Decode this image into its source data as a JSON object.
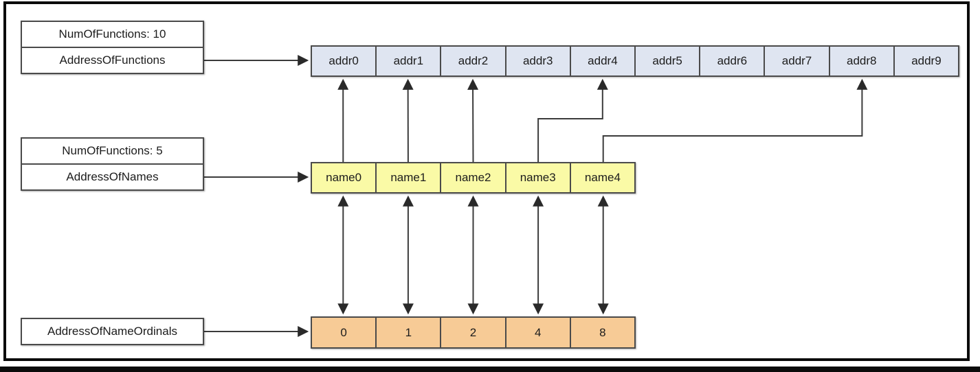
{
  "diagram": {
    "info_boxes": {
      "functions": {
        "line1": "NumOfFunctions: 10",
        "line2": "AddressOfFunctions"
      },
      "names": {
        "line1": "NumOfFunctions: 5",
        "line2": "AddressOfNames"
      },
      "ordinals": {
        "line1": "AddressOfNameOrdinals"
      }
    },
    "arrays": {
      "functions": {
        "cells": [
          "addr0",
          "addr1",
          "addr2",
          "addr3",
          "addr4",
          "addr5",
          "addr6",
          "addr7",
          "addr8",
          "addr9"
        ],
        "fill": "#dfe5f1"
      },
      "names": {
        "cells": [
          "name0",
          "name1",
          "name2",
          "name3",
          "name4"
        ],
        "fill": "#fafaa6"
      },
      "ordinals": {
        "cells": [
          "0",
          "1",
          "2",
          "4",
          "8"
        ],
        "fill": "#f7cb96"
      }
    },
    "connections": [
      {
        "from": "box-functions",
        "to": "array-functions",
        "type": "pointer"
      },
      {
        "from": "box-names",
        "to": "array-names",
        "type": "pointer"
      },
      {
        "from": "box-ordinals",
        "to": "array-ordinals",
        "type": "pointer"
      },
      {
        "from": "names:0",
        "to": "functions:0",
        "type": "up"
      },
      {
        "from": "names:1",
        "to": "functions:1",
        "type": "up"
      },
      {
        "from": "names:2",
        "to": "functions:2",
        "type": "up"
      },
      {
        "from": "names:3",
        "to": "functions:4",
        "type": "elbow"
      },
      {
        "from": "names:4",
        "to": "functions:8",
        "type": "elbow"
      },
      {
        "from": "names:0",
        "to": "ordinals:0",
        "type": "double"
      },
      {
        "from": "names:1",
        "to": "ordinals:1",
        "type": "double"
      },
      {
        "from": "names:2",
        "to": "ordinals:2",
        "type": "double"
      },
      {
        "from": "names:3",
        "to": "ordinals:3",
        "type": "double"
      },
      {
        "from": "names:4",
        "to": "ordinals:4",
        "type": "double"
      }
    ],
    "colors": {
      "function_cell": "#dfe5f1",
      "name_cell": "#fafaa6",
      "ordinal_cell": "#f7cb96",
      "cell_border": "#4a4a4a",
      "line": "#3b3b3b",
      "frame": "#0b0b0b"
    }
  }
}
